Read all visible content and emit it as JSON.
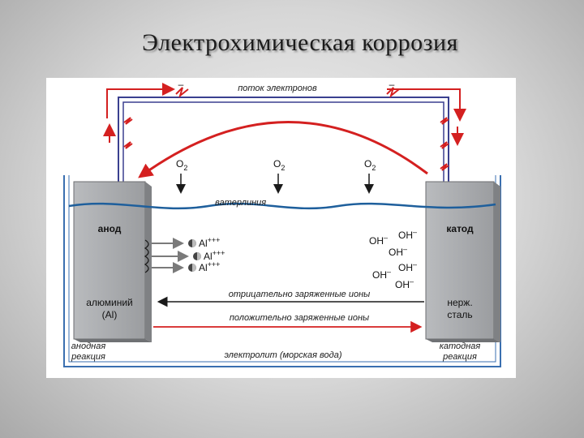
{
  "slide": {
    "title": "Электрохимическая коррозия"
  },
  "diagram": {
    "electron_flow": "поток электронов",
    "electron_sign": "–",
    "waterline": "ватерлиния",
    "anode": {
      "label": "анод",
      "material_line1": "алюминий",
      "material_line2": "(Al)",
      "reaction_line1": "анодная",
      "reaction_line2": "реакция"
    },
    "cathode": {
      "label": "катод",
      "material_line1": "нерж.",
      "material_line2": "сталь",
      "reaction_line1": "катодная",
      "reaction_line2": "реакция"
    },
    "oxygen": [
      "O",
      "O",
      "O"
    ],
    "oxygen_sub": "2",
    "al_ions": [
      "Al",
      "Al",
      "Al"
    ],
    "al_charge": "+++",
    "oh_ions": [
      "OH",
      "OH",
      "OH",
      "OH",
      "OH",
      "OH"
    ],
    "oh_charge": "–",
    "negative_ions": "отрицательно заряженные ионы",
    "positive_ions": "положительно заряженные ионы",
    "electrolyte": "электролит (морская вода)",
    "colors": {
      "wire": "#3a3f8f",
      "red_arrow": "#d42020",
      "water": "#1e5f9c",
      "electrode": "#a7a9ac"
    }
  }
}
